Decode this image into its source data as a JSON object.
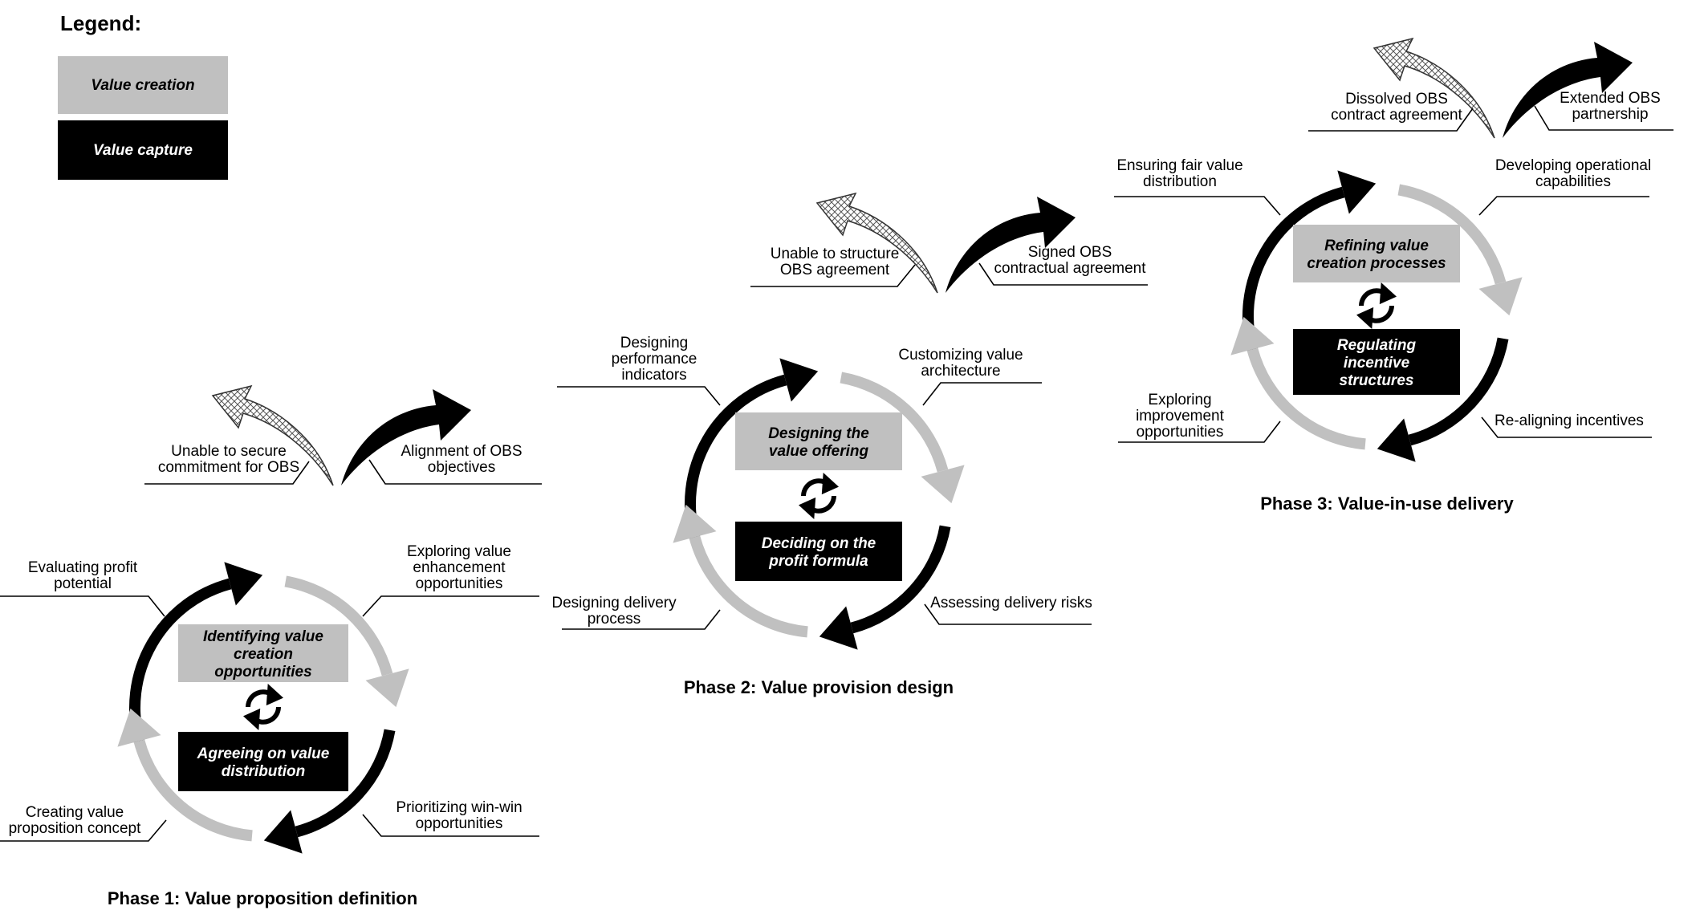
{
  "legend": {
    "title": "Legend:",
    "value_creation": "Value creation",
    "value_capture": "Value capture"
  },
  "colors": {
    "value_creation": "#c0c0c0",
    "value_capture": "#000000"
  },
  "phase1": {
    "title": "Phase 1: Value proposition definition",
    "creation_box": [
      "Identifying value",
      "creation",
      "opportunities"
    ],
    "capture_box": [
      "Agreeing on value",
      "distribution"
    ],
    "top_left": [
      "Evaluating profit",
      "potential"
    ],
    "top_right": [
      "Exploring value",
      "enhancement",
      "opportunities"
    ],
    "bottom_right": [
      "Prioritizing win-win",
      "opportunities"
    ],
    "bottom_left": [
      "Creating value",
      "proposition concept"
    ],
    "exit_fail": [
      "Unable to secure",
      "commitment  for OBS"
    ],
    "exit_success": [
      "Alignment of OBS",
      "objectives"
    ]
  },
  "phase2": {
    "title": "Phase 2: Value provision design",
    "creation_box": [
      "Designing the",
      "value offering"
    ],
    "capture_box": [
      "Deciding on the",
      "profit formula"
    ],
    "top_left": [
      "Designing",
      "performance",
      "indicators"
    ],
    "top_right": [
      "Customizing value",
      "architecture"
    ],
    "bottom_right": [
      "Assessing delivery risks"
    ],
    "bottom_left": [
      "Designing delivery",
      "process"
    ],
    "exit_fail": [
      "Unable to structure",
      "OBS agreement"
    ],
    "exit_success": [
      "Signed OBS",
      "contractual agreement"
    ]
  },
  "phase3": {
    "title": "Phase 3: Value-in-use delivery",
    "creation_box": [
      "Refining value",
      "creation processes"
    ],
    "capture_box": [
      "Regulating",
      "incentive",
      "structures"
    ],
    "top_left": [
      "Ensuring fair value",
      "distribution"
    ],
    "top_right": [
      "Developing operational",
      "capabilities"
    ],
    "bottom_right": [
      "Re-aligning incentives"
    ],
    "bottom_left": [
      "Exploring",
      "improvement",
      "opportunities"
    ],
    "exit_fail": [
      "Dissolved OBS",
      "contract agreement"
    ],
    "exit_success": [
      "Extended OBS",
      "partnership"
    ]
  }
}
